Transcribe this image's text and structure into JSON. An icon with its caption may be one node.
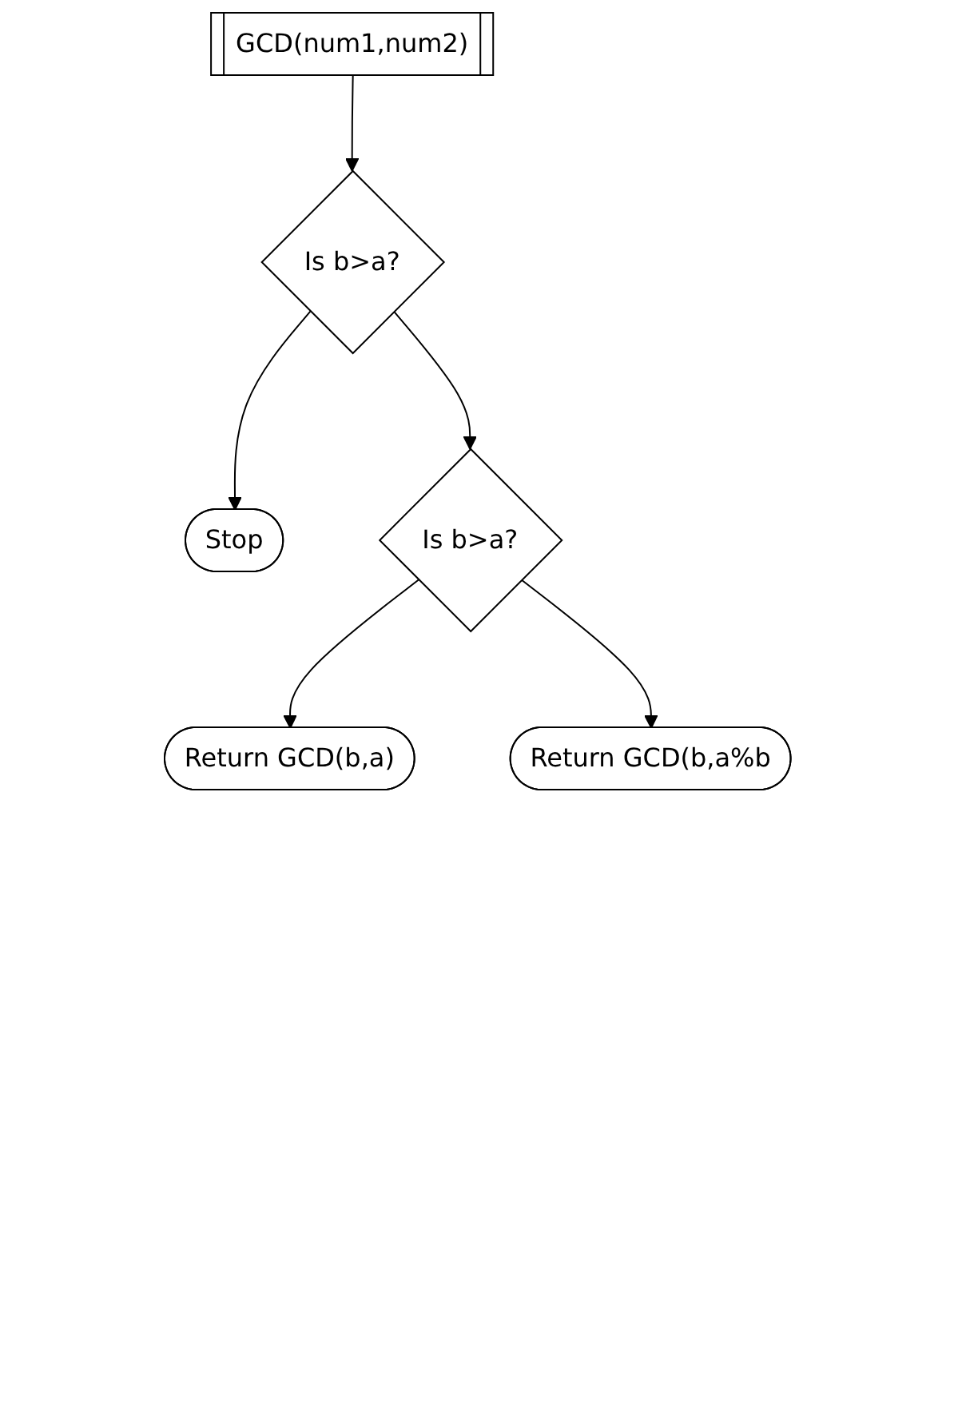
{
  "diagram": {
    "nodes": [
      {
        "text": [
          "GCD(num1,num2)"
        ]
      },
      {
        "text": [
          "Is b>a?"
        ]
      },
      {
        "text": [
          "Stop"
        ]
      },
      {
        "text": [
          "Is b>a?"
        ]
      },
      {
        "text": [
          "Return GCD(b,a)"
        ]
      },
      {
        "text": [
          "Return GCD(b,a%b"
        ]
      }
    ],
    "edges": [
      {
        "from": 0,
        "to": 1,
        "arrow": "to"
      },
      {
        "from": 1,
        "to": 2,
        "arrow": "to"
      },
      {
        "from": 1,
        "to": 3,
        "arrow": "to"
      },
      {
        "from": 3,
        "to": 4,
        "arrow": "to"
      },
      {
        "from": 3,
        "to": 5,
        "arrow": "to"
      }
    ]
  }
}
